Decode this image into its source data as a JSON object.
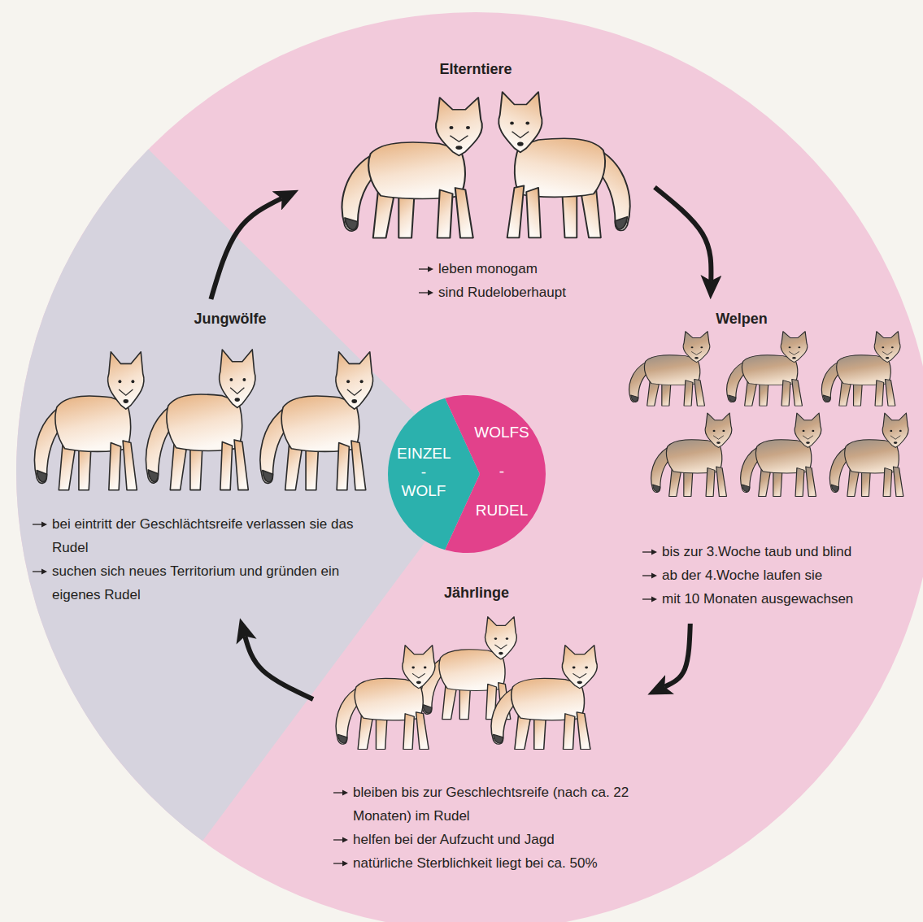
{
  "diagram": {
    "nodes": [
      {
        "text": [
          "Elterntiere",
          "leben monogam",
          "sind Rudeloberhaupt"
        ]
      },
      {
        "text": [
          "Welpen",
          "bis zur 3.Woche taub und blind",
          "ab der 4.Woche laufen sie",
          "mit 10 Monaten ausgewachsen"
        ]
      },
      {
        "text": [
          "Jährlinge",
          "bleiben bis zur Geschlechtsreife (nach ca. 22 Monaten) im Rudel",
          "helfen bei der Aufzucht und Jagd",
          "natürliche Sterblichkeit liegt bei ca. 50%"
        ]
      },
      {
        "text": [
          "Jungwölfe",
          "bei eintritt der Geschlächtsreife verlassen sie das Rudel",
          "suchen sich neues Territorium und gründen ein eigenes Rudel"
        ]
      },
      {
        "text": [
          "EINZEL - WOLF"
        ]
      },
      {
        "text": [
          "WOLFS - RUDEL"
        ]
      }
    ],
    "edges": [
      {
        "from": 0,
        "to": 1,
        "arrow": "to"
      },
      {
        "from": 1,
        "to": 2,
        "arrow": "to"
      },
      {
        "from": 2,
        "to": 3,
        "arrow": "to"
      },
      {
        "from": 3,
        "to": 0,
        "arrow": "to"
      }
    ]
  }
}
